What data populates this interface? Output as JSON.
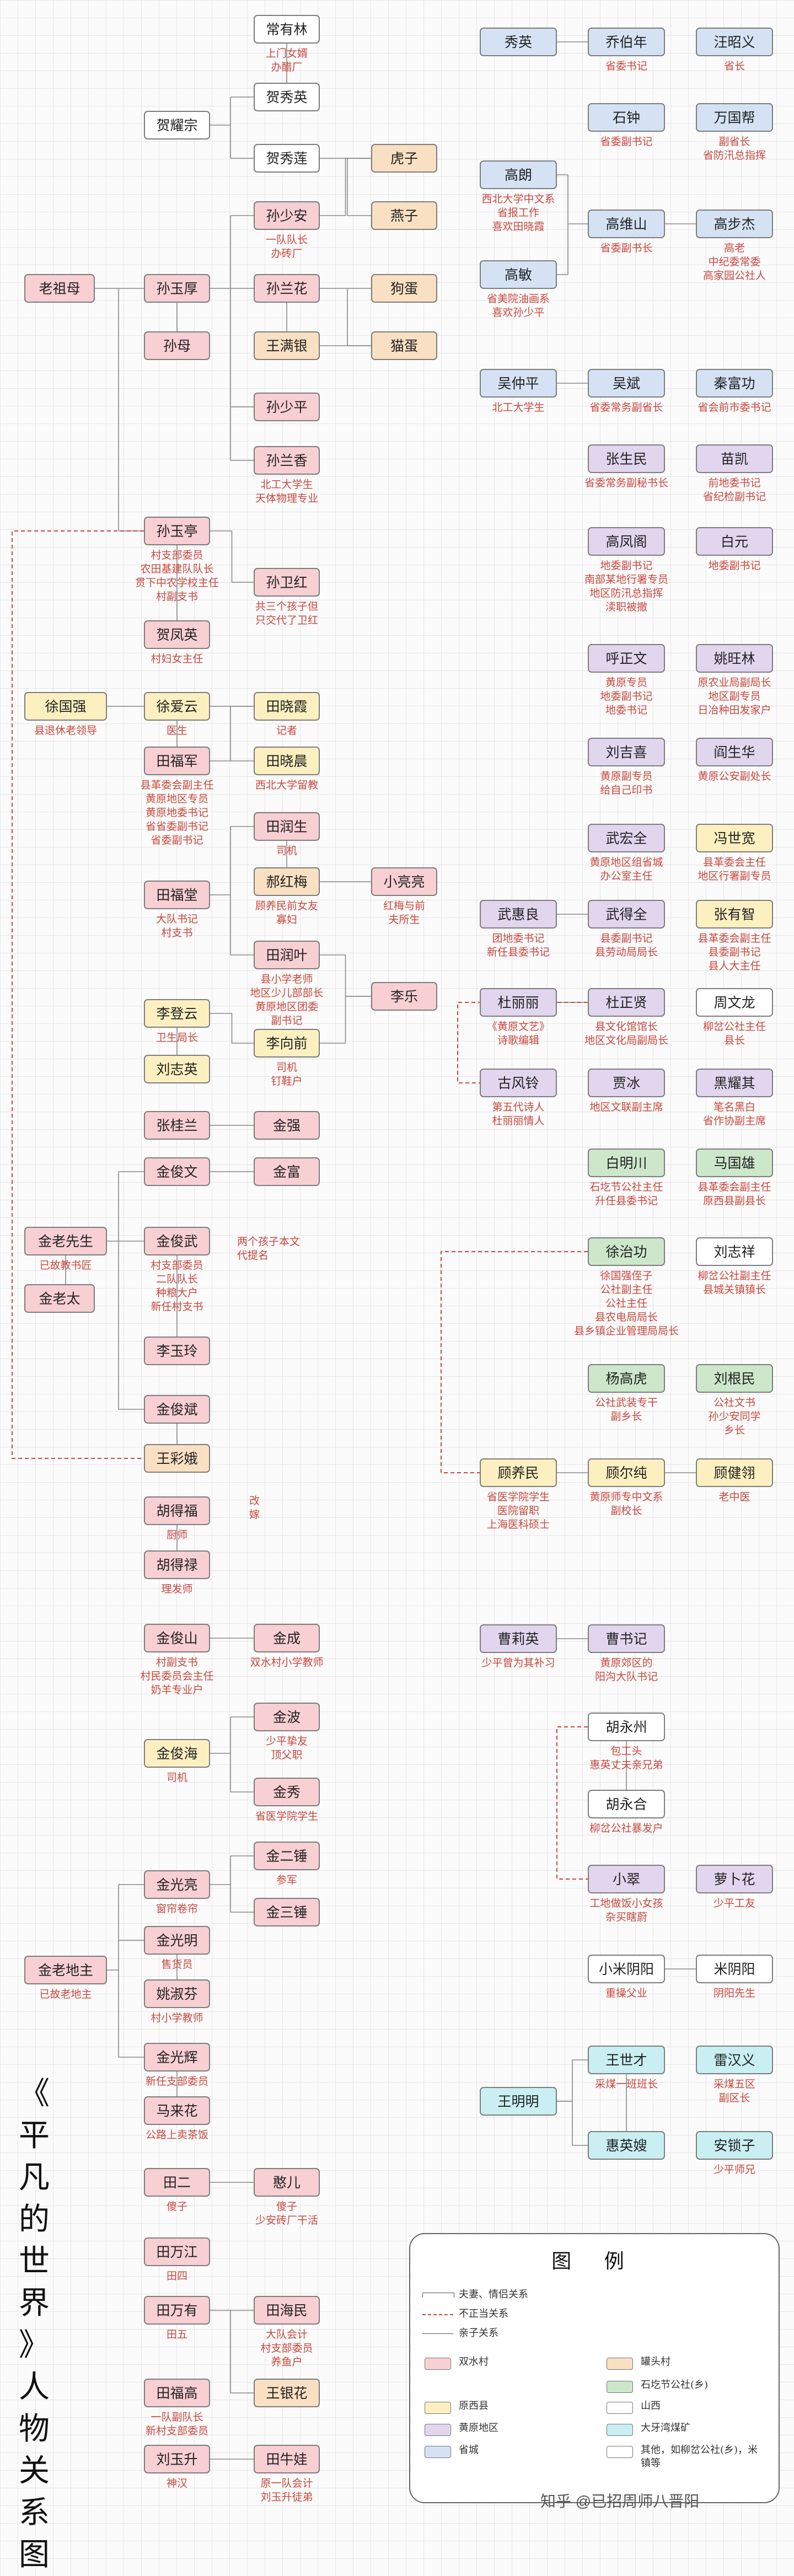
{
  "title": {
    "chars": [
      "《",
      "平",
      "凡",
      "的",
      "世",
      "界",
      "》",
      "人",
      "物",
      "关",
      "系",
      "图"
    ]
  },
  "colors": {
    "shuangshui": "#f8cfd3",
    "yuanxi": "#fae0c2",
    "shihe": "#cde7cb",
    "yuanxi_county": "#fdf0c0",
    "huangyuan": "#e2d5ee",
    "shanxi": "#d4e2f4",
    "daya": "#c9eff2",
    "other": "#ffffff",
    "line": "#8a8a8a",
    "affair_line": "#c9473e",
    "note_text": "#c9473e"
  },
  "people": [
    {
      "id": "laozumu",
      "name": "老祖母",
      "color": "sx",
      "notes": []
    },
    {
      "id": "changyoulin",
      "name": "常有林",
      "color": "qt",
      "notes": [
        "上门女婿",
        "办醋厂"
      ]
    },
    {
      "id": "heyaozong",
      "name": "贺耀宗",
      "color": "qt",
      "notes": []
    },
    {
      "id": "hexiuying",
      "name": "贺秀英",
      "color": "qt",
      "notes": []
    },
    {
      "id": "hexiulian",
      "name": "贺秀莲",
      "color": "qt",
      "notes": []
    },
    {
      "id": "huzi",
      "name": "虎子",
      "color": "yq",
      "notes": []
    },
    {
      "id": "yanzi",
      "name": "燕子",
      "color": "yq",
      "notes": []
    },
    {
      "id": "sunyuhou",
      "name": "孙玉厚",
      "color": "sx",
      "notes": []
    },
    {
      "id": "sunshaoan",
      "name": "孙少安",
      "color": "sx",
      "notes": [
        "一队队长",
        "办砖厂"
      ]
    },
    {
      "id": "sunlanhua",
      "name": "孙兰花",
      "color": "sx",
      "notes": []
    },
    {
      "id": "goudan",
      "name": "狗蛋",
      "color": "yq",
      "notes": []
    },
    {
      "id": "sunmu",
      "name": "孙母",
      "color": "sx",
      "notes": []
    },
    {
      "id": "wangmanyin",
      "name": "王满银",
      "color": "yq",
      "notes": []
    },
    {
      "id": "maodan",
      "name": "猫蛋",
      "color": "yq",
      "notes": []
    },
    {
      "id": "sunshaoping",
      "name": "孙少平",
      "color": "sx",
      "notes": []
    },
    {
      "id": "sunlanxiang",
      "name": "孙兰香",
      "color": "sx",
      "notes": [
        "北工大学生",
        "天体物理专业"
      ]
    },
    {
      "id": "sunyuting",
      "name": "孙玉亭",
      "color": "sx",
      "notes": [
        "村支部委员",
        "农田基建队队长",
        "贯下中农学校主任",
        "村副支书"
      ]
    },
    {
      "id": "hefengying",
      "name": "贺凤英",
      "color": "sx",
      "notes": [
        "村妇女主任"
      ]
    },
    {
      "id": "sunweihong",
      "name": "孙卫红",
      "color": "sx",
      "notes": [
        "共三个孩子但",
        "只交代了卫红"
      ]
    },
    {
      "id": "xuguoqiang",
      "name": "徐国强",
      "color": "yj",
      "notes": [
        "县退休老领导"
      ]
    },
    {
      "id": "xuaiyun",
      "name": "徐爱云",
      "color": "yj",
      "notes": [
        "医生"
      ]
    },
    {
      "id": "tianxiaoxia",
      "name": "田晓霞",
      "color": "yj",
      "notes": [
        "记者"
      ]
    },
    {
      "id": "tianfujun",
      "name": "田福军",
      "color": "sx",
      "notes": [
        "县革委会副主任",
        "黄原地区专员",
        "黄原地委书记",
        "省省委副书记",
        "省委副书记"
      ]
    },
    {
      "id": "tianxiaochen",
      "name": "田晓晨",
      "color": "yj",
      "notes": [
        "西北大学留教"
      ]
    },
    {
      "id": "tianrunsheng",
      "name": "田润生",
      "color": "sx",
      "notes": [
        "司机"
      ]
    },
    {
      "id": "haohongmei",
      "name": "郝红梅",
      "color": "yq",
      "notes": [
        "顾养民前女友",
        "寡妇"
      ]
    },
    {
      "id": "xiaoliangliang",
      "name": "小亮亮",
      "color": "sx",
      "notes": [
        "红梅与前",
        "夫所生"
      ]
    },
    {
      "id": "tianfutang",
      "name": "田福堂",
      "color": "sx",
      "notes": [
        "大队书记",
        "村支书"
      ]
    },
    {
      "id": "tianrunye",
      "name": "田润叶",
      "color": "sx",
      "notes": [
        "县小学老师",
        "地区少儿部部长",
        "黄原地区团委",
        "副书记"
      ]
    },
    {
      "id": "lidengyun",
      "name": "李登云",
      "color": "yj",
      "notes": [
        "卫生局长"
      ]
    },
    {
      "id": "lixiangqian",
      "name": "李向前",
      "color": "yj",
      "notes": [
        "司机",
        "钉鞋户"
      ]
    },
    {
      "id": "liule",
      "name": "李乐",
      "color": "sx",
      "notes": []
    },
    {
      "id": "liuzhiying",
      "name": "刘志英",
      "color": "yj",
      "notes": []
    },
    {
      "id": "zhangguilan",
      "name": "张桂兰",
      "color": "sx",
      "notes": []
    },
    {
      "id": "jinqiang",
      "name": "金强",
      "color": "sx",
      "notes": []
    },
    {
      "id": "jinjunwen",
      "name": "金俊文",
      "color": "sx",
      "notes": []
    },
    {
      "id": "jinfu",
      "name": "金富",
      "color": "sx",
      "notes": []
    },
    {
      "id": "jinlaoxiansheng",
      "name": "金老先生",
      "color": "sx",
      "notes": [
        "已故教书匠"
      ]
    },
    {
      "id": "jinlaotai",
      "name": "金老太",
      "color": "sx",
      "notes": []
    },
    {
      "id": "jinjunwu",
      "name": "金俊武",
      "color": "sx",
      "notes": [
        "村支部委员",
        "二队队长",
        "种粮大户",
        "新任村支书"
      ]
    },
    {
      "id": "liyuling",
      "name": "李玉玲",
      "color": "sx",
      "notes": []
    },
    {
      "id": "liangzi_note",
      "name": "",
      "color": "",
      "notes": [
        "两个孩子本文",
        "代提名"
      ]
    },
    {
      "id": "jinjunbin",
      "name": "金俊斌",
      "color": "sx",
      "notes": []
    },
    {
      "id": "wangcaie",
      "name": "王彩娥",
      "color": "yq",
      "notes": []
    },
    {
      "id": "huyingfu",
      "name": "胡得福",
      "color": "sx",
      "notes": [
        "厨师"
      ]
    },
    {
      "id": "huyinglu",
      "name": "胡得禄",
      "color": "sx",
      "notes": [
        "理发师"
      ]
    },
    {
      "id": "jindao_note",
      "name": "",
      "color": "",
      "notes": [
        "改",
        "嫁"
      ]
    },
    {
      "id": "jinjunshan",
      "name": "金俊山",
      "color": "sx",
      "notes": [
        "村副支书",
        "村民委员会主任",
        "奶羊专业户"
      ]
    },
    {
      "id": "jincheng",
      "name": "金成",
      "color": "sx",
      "notes": [
        "双水村小学教师"
      ]
    },
    {
      "id": "jinjunhai",
      "name": "金俊海",
      "color": "yj",
      "notes": [
        "司机"
      ]
    },
    {
      "id": "jinbo",
      "name": "金波",
      "color": "sx",
      "notes": [
        "少平挚友",
        "顶父职"
      ]
    },
    {
      "id": "jinxiu",
      "name": "金秀",
      "color": "sx",
      "notes": [
        "省医学院学生"
      ]
    },
    {
      "id": "jinguangliang",
      "name": "金光亮",
      "color": "sx",
      "notes": [
        "窗帘卷帘"
      ]
    },
    {
      "id": "jinguangming",
      "name": "金光明",
      "color": "sx",
      "notes": [
        "售货员"
      ]
    },
    {
      "id": "jinershui",
      "name": "金二锤",
      "color": "sx",
      "notes": [
        "参军"
      ]
    },
    {
      "id": "jinsanchui",
      "name": "金三锤",
      "color": "sx",
      "notes": []
    },
    {
      "id": "jinlaodizhu",
      "name": "金老地主",
      "color": "sx",
      "notes": [
        "已故老地主"
      ]
    },
    {
      "id": "yaoshufen",
      "name": "姚淑芬",
      "color": "sx",
      "notes": [
        "村小学教师"
      ]
    },
    {
      "id": "jinguanghui",
      "name": "金光辉",
      "color": "sx",
      "notes": [
        "新任支部委员"
      ]
    },
    {
      "id": "malaihua",
      "name": "马来花",
      "color": "sx",
      "notes": [
        "公路上卖茶饭"
      ]
    },
    {
      "id": "tianer",
      "name": "田二",
      "color": "sx",
      "notes": [
        "傻子"
      ]
    },
    {
      "id": "haner",
      "name": "憨儿",
      "color": "sx",
      "notes": [
        "傻子",
        "少安砖厂干活"
      ]
    },
    {
      "id": "tianwanjiang",
      "name": "田万江",
      "color": "sx",
      "notes": [
        "田四"
      ]
    },
    {
      "id": "tianwanyou",
      "name": "田万有",
      "color": "sx",
      "notes": [
        "田五"
      ]
    },
    {
      "id": "tianhaimin",
      "name": "田海民",
      "color": "sx",
      "notes": [
        "大队会计",
        "村支部委员",
        "养鱼户"
      ]
    },
    {
      "id": "wangyinhua",
      "name": "王银花",
      "color": "yq",
      "notes": []
    },
    {
      "id": "tianfugao",
      "name": "田福高",
      "color": "sx",
      "notes": [
        "一队副队长",
        "新村支部委员"
      ]
    },
    {
      "id": "liuyusheng",
      "name": "刘玉升",
      "color": "sx",
      "notes": [
        "神汉"
      ]
    },
    {
      "id": "tianniuwa",
      "name": "田牛娃",
      "color": "sx",
      "notes": [
        "原一队会计",
        "刘玉升徒弟"
      ]
    },
    {
      "id": "xiuying",
      "name": "秀英",
      "color": "sr",
      "notes": []
    },
    {
      "id": "qiaobonian",
      "name": "乔伯年",
      "color": "sr",
      "notes": [
        "省委书记"
      ]
    },
    {
      "id": "wangzhaoyi",
      "name": "汪昭义",
      "color": "sr",
      "notes": [
        "省长"
      ]
    },
    {
      "id": "shizhong",
      "name": "石钟",
      "color": "sr",
      "notes": [
        "省委副书记"
      ]
    },
    {
      "id": "wanguobang",
      "name": "万国帮",
      "color": "sr",
      "notes": [
        "副省长",
        "省防汛总指挥"
      ]
    },
    {
      "id": "gaolang",
      "name": "高朗",
      "color": "sr",
      "notes": [
        "西北大学中文系",
        "省报工作",
        "喜欢田晓霞"
      ]
    },
    {
      "id": "gaoweishan",
      "name": "高维山",
      "color": "sr",
      "notes": [
        "省委副书长"
      ]
    },
    {
      "id": "gaobujie",
      "name": "高步杰",
      "color": "sr",
      "notes": [
        "高老",
        "中纪委常委",
        "高家园公社人"
      ]
    },
    {
      "id": "gaomin",
      "name": "高敏",
      "color": "sr",
      "notes": [
        "省美院油画系",
        "喜欢孙少平"
      ]
    },
    {
      "id": "wuzhongping",
      "name": "吴仲平",
      "color": "sr",
      "notes": [
        "北工大学生"
      ]
    },
    {
      "id": "wubin",
      "name": "吴斌",
      "color": "sr",
      "notes": [
        "省委常务副省长"
      ]
    },
    {
      "id": "qinfuyong",
      "name": "秦富功",
      "color": "sr",
      "notes": [
        "省会前市委书记"
      ]
    },
    {
      "id": "zhangshengmin",
      "name": "张生民",
      "color": "hy",
      "notes": [
        "省委常务副秘书长"
      ]
    },
    {
      "id": "miaokai",
      "name": "苗凯",
      "color": "hy",
      "notes": [
        "前地委书记",
        "省纪检副书记"
      ]
    },
    {
      "id": "gaofengge",
      "name": "高凤阁",
      "color": "hy",
      "notes": [
        "地委副书记",
        "南部某地行署专员",
        "地区防汛总指挥",
        "渎职被撤"
      ]
    },
    {
      "id": "baiyuan",
      "name": "白元",
      "color": "hy",
      "notes": [
        "地委副书记"
      ]
    },
    {
      "id": "huzhengwen",
      "name": "呼正文",
      "color": "hy",
      "notes": [
        "黄原专员",
        "地委副书记",
        "地委书记"
      ]
    },
    {
      "id": "yaowanglin",
      "name": "姚旺林",
      "color": "hy",
      "notes": [
        "原农业局副局长",
        "地区副专员",
        "日冶种田发家户"
      ]
    },
    {
      "id": "liujixi",
      "name": "刘吉喜",
      "color": "hy",
      "notes": [
        "黄原副专员",
        "给自己印书"
      ]
    },
    {
      "id": "yanshenghua",
      "name": "阎生华",
      "color": "hy",
      "notes": [
        "黄原公安副处长"
      ]
    },
    {
      "id": "wuhongjin",
      "name": "武宏全",
      "color": "hy",
      "notes": [
        "黄原地区组省城",
        "办公室主任"
      ]
    },
    {
      "id": "fengshiquan",
      "name": "冯世宽",
      "color": "yj",
      "notes": [
        "县革委会主任",
        "地区行署副专员"
      ]
    },
    {
      "id": "wuhuiliang",
      "name": "武惠良",
      "color": "hy",
      "notes": [
        "团地委书记",
        "新任县委书记"
      ]
    },
    {
      "id": "wuhanquan",
      "name": "武得全",
      "color": "hy",
      "notes": [
        "县委副书记",
        "县劳动局局长"
      ]
    },
    {
      "id": "zhangyouzhi",
      "name": "张有智",
      "color": "yj",
      "notes": [
        "县革委会副主任",
        "县委副书记",
        "县人大主任"
      ]
    },
    {
      "id": "duliwen",
      "name": "杜丽丽",
      "color": "hy",
      "notes": [
        "《黄原文艺》",
        "诗歌编辑"
      ]
    },
    {
      "id": "duzhengxian",
      "name": "杜正贤",
      "color": "hy",
      "notes": [
        "县文化馆馆长",
        "地区文化局副局长"
      ]
    },
    {
      "id": "zhouwenlong",
      "name": "周文龙",
      "color": "qt",
      "notes": [
        "柳岔公社主任",
        "县长"
      ]
    },
    {
      "id": "gufengling",
      "name": "古风铃",
      "color": "hy",
      "notes": [
        "第五代诗人",
        "杜丽丽情人"
      ]
    },
    {
      "id": "jiabing",
      "name": "贾冰",
      "color": "hy",
      "notes": [
        "地区文联副主席"
      ]
    },
    {
      "id": "heiyaoqi",
      "name": "黑耀其",
      "color": "hy",
      "notes": [
        "笔名黑白",
        "省作协副主席"
      ]
    },
    {
      "id": "baimingchuan",
      "name": "白明川",
      "color": "sh",
      "notes": [
        "石圪节公社主任",
        "升任县委书记"
      ]
    },
    {
      "id": "maguoxiong",
      "name": "马国雄",
      "color": "sh",
      "notes": [
        "县革委会副主任",
        "原西县副县长"
      ]
    },
    {
      "id": "xuzhigong",
      "name": "徐治功",
      "color": "sh",
      "notes": [
        "徐国强侄子",
        "公社副主任",
        "公社主任",
        "县农电局局长",
        "县乡镇企业管理局局长"
      ]
    },
    {
      "id": "liuzhixiang",
      "name": "刘志祥",
      "color": "qt",
      "notes": [
        "柳岔公社副主任",
        "县城关镇镇长"
      ]
    },
    {
      "id": "yangguohu",
      "name": "杨高虎",
      "color": "sh",
      "notes": [
        "公社武装专干",
        "副乡长"
      ]
    },
    {
      "id": "liugenmin",
      "name": "刘根民",
      "color": "sh",
      "notes": [
        "公社文书",
        "孙少安同学",
        "乡长"
      ]
    },
    {
      "id": "guyangmin",
      "name": "顾养民",
      "color": "yj",
      "notes": [
        "省医学院学生",
        "医院留职",
        "上海医科硕士"
      ]
    },
    {
      "id": "guerchun",
      "name": "顾尔纯",
      "color": "yj",
      "notes": [
        "黄原师专中文系",
        "副校长"
      ]
    },
    {
      "id": "gujianxiang",
      "name": "顾健翎",
      "color": "yj",
      "notes": [
        "老中医"
      ]
    },
    {
      "id": "caoshuying",
      "name": "曹莉英",
      "color": "hy",
      "notes": [
        "少平曾为其补习"
      ]
    },
    {
      "id": "caoshuji",
      "name": "曹书记",
      "color": "hy",
      "notes": [
        "黄原郊区的",
        "阳沟大队书记"
      ]
    },
    {
      "id": "huyongzhou",
      "name": "胡永州",
      "color": "qt",
      "notes": [
        "包工头",
        "惠英丈夫亲兄弟"
      ]
    },
    {
      "id": "huyonghe",
      "name": "胡永合",
      "color": "qt",
      "notes": [
        "柳岔公社暴发户"
      ]
    },
    {
      "id": "xiaocui",
      "name": "小翠",
      "color": "hy",
      "notes": [
        "工地做饭小女孩",
        "杂买瞎蔚"
      ]
    },
    {
      "id": "luobohua",
      "name": "萝卜花",
      "color": "hy",
      "notes": [
        "少平工友"
      ]
    },
    {
      "id": "xiaomiyinyang",
      "name": "小米阴阳",
      "color": "qt",
      "notes": [
        "重操父业"
      ]
    },
    {
      "id": "miyinyang",
      "name": "米阴阳",
      "color": "qt",
      "notes": [
        "阴阳先生"
      ]
    },
    {
      "id": "wangshicai",
      "name": "王世才",
      "color": "dy",
      "notes": [
        "采煤一班班长"
      ]
    },
    {
      "id": "leihanyi",
      "name": "雷汉义",
      "color": "dy",
      "notes": [
        "采煤五区",
        "副区长"
      ]
    },
    {
      "id": "wangmingming",
      "name": "王明明",
      "color": "dy",
      "notes": []
    },
    {
      "id": "huiyingsao",
      "name": "惠英嫂",
      "color": "dy",
      "notes": []
    },
    {
      "id": "anshuozi",
      "name": "安锁子",
      "color": "dy",
      "notes": [
        "少平师兄"
      ]
    }
  ],
  "legend": {
    "title": "图 例",
    "lines": [
      "夫妻、情侣关系",
      "不正当关系",
      "亲子关系"
    ],
    "places": [
      {
        "label": "双水村",
        "color": "sx"
      },
      {
        "label": "罐头村",
        "color": "yq"
      },
      {
        "label": "石圪节公社(乡)",
        "color": "sh"
      },
      {
        "label": "原西县",
        "color": "yj"
      },
      {
        "label": "山西",
        "color": "qt"
      },
      {
        "label": "黄原地区",
        "color": "hy"
      },
      {
        "label": "大牙湾煤矿",
        "color": "dy"
      },
      {
        "label": "省城",
        "color": "sr"
      },
      {
        "label": "其他，如柳岔公社(乡)，米镇等",
        "color": "qt"
      }
    ]
  },
  "watermark": "知乎 @已招周师八晋阳"
}
